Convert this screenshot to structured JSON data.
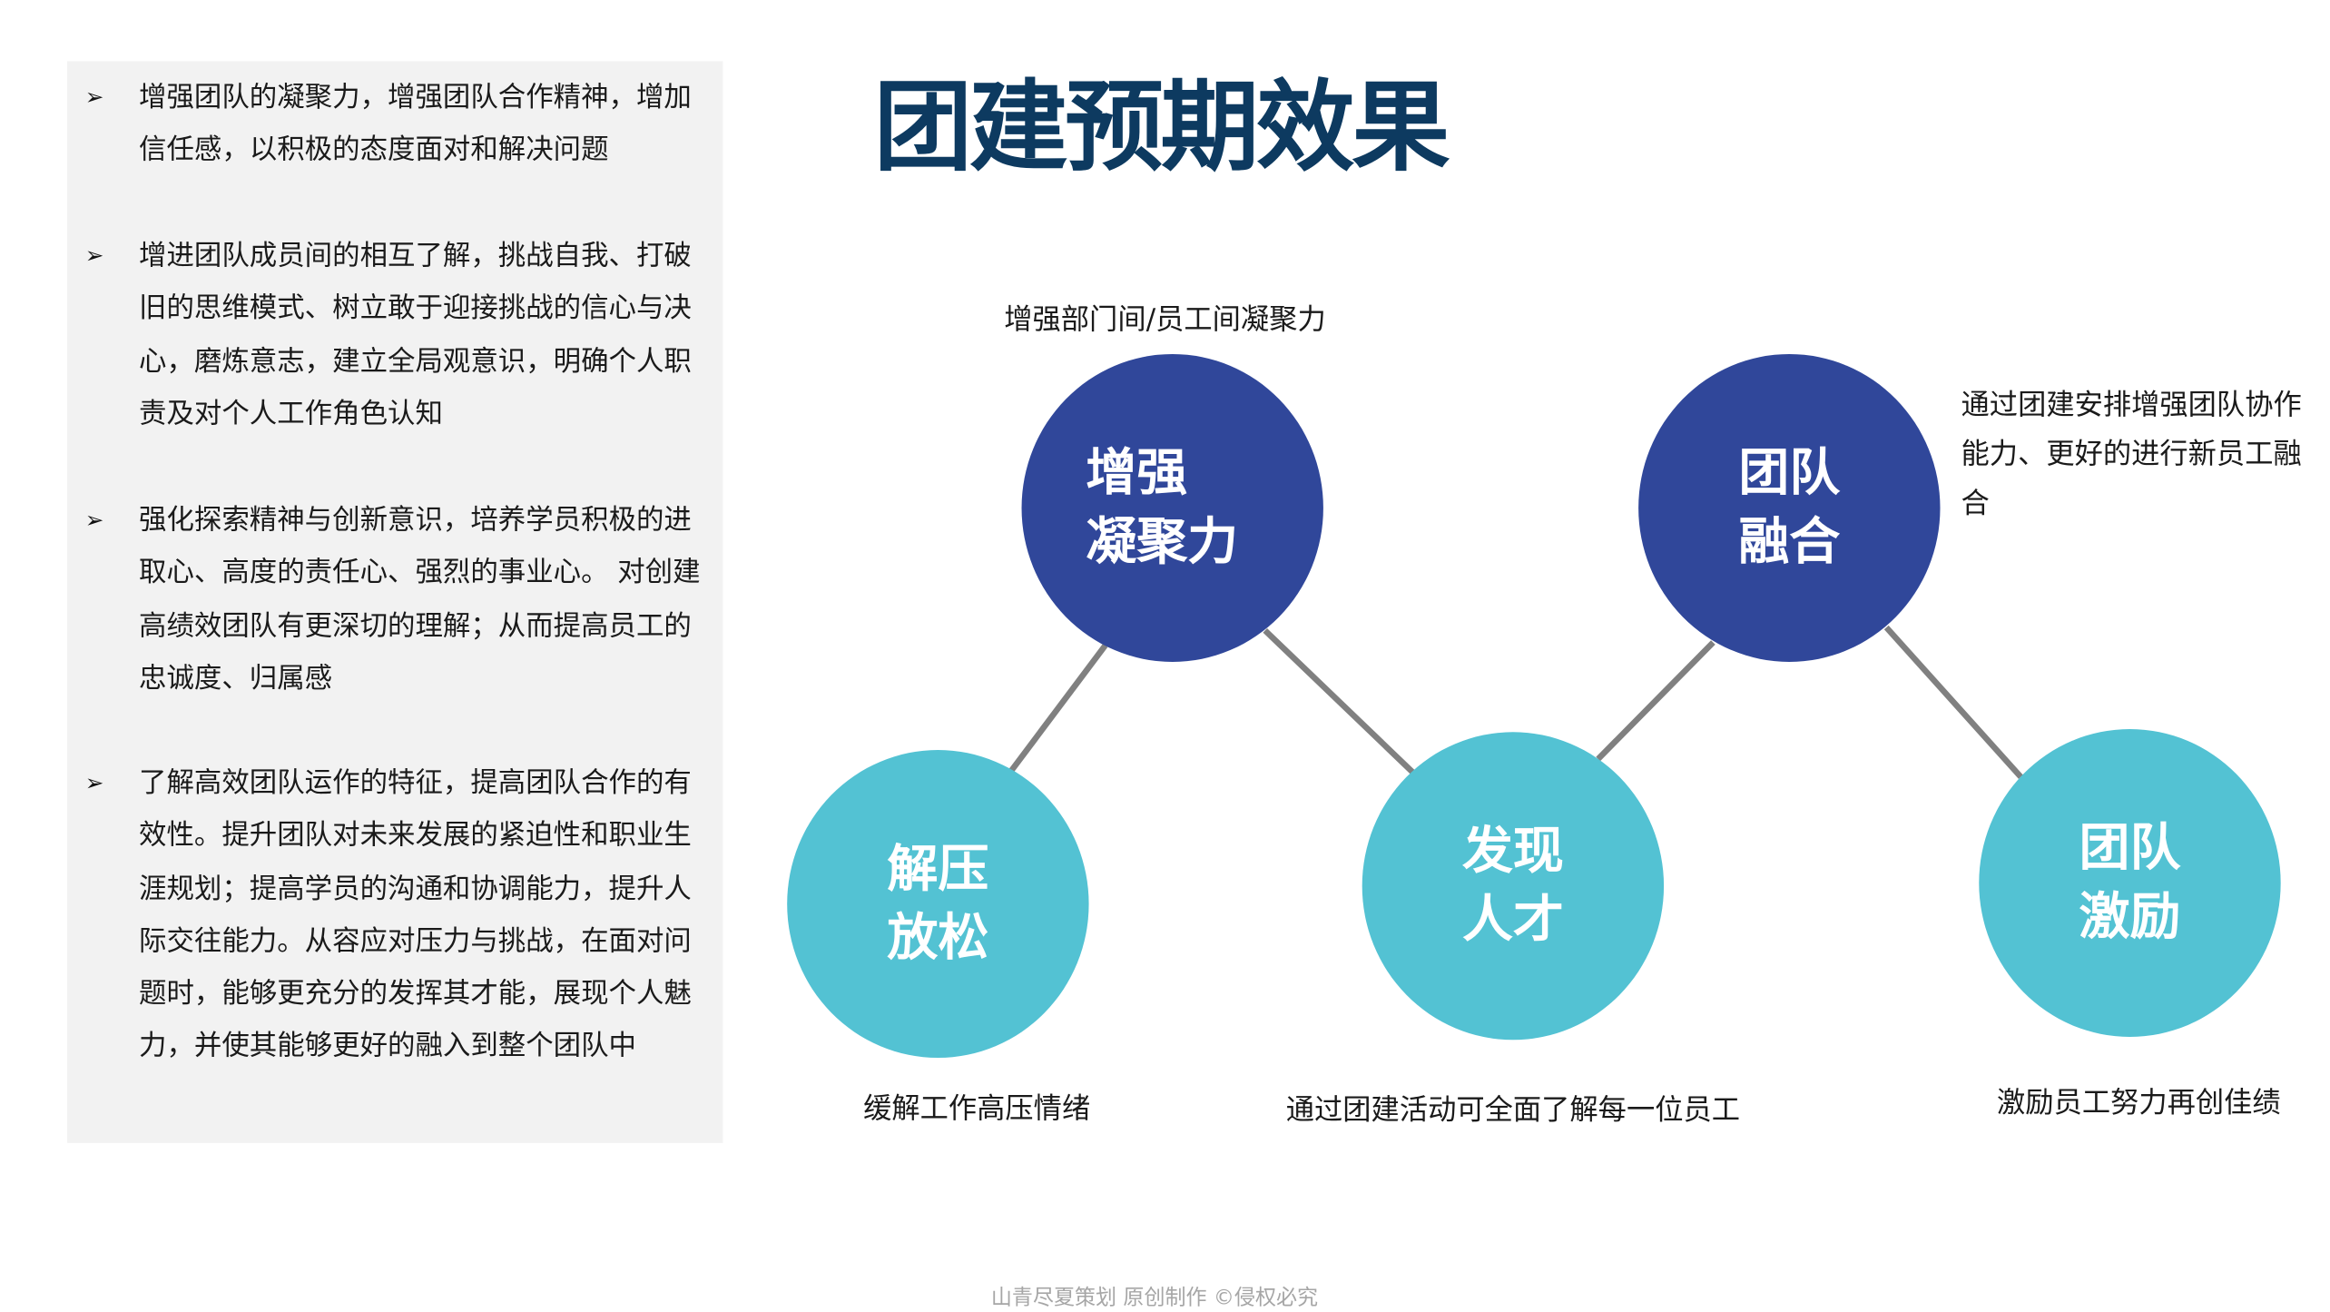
{
  "title": "团建预期效果",
  "bullets": [
    "增强团队的凝聚力，增强团队合作精神，增加信任感，以积极的态度面对和解决问题",
    "增进团队成员间的相互了解，挑战自我、打破旧的思维模式、树立敢于迎接挑战的信心与决心，磨炼意志，建立全局观意识，明确个人职责及对个人工作角色认知",
    "强化探索精神与创新意识，培养学员积极的进取心、高度的责任心、强烈的事业心。 对创建高绩效团队有更深切的理解；从而提高员工的忠诚度、归属感",
    "了解高效团队运作的特征，提高团队合作的有效性。提升团队对未来发展的紧迫性和职业生涯规划；提高学员的沟通和协调能力，提升人际交往能力。从容应对压力与挑战，在面对问题时，能够更充分的发挥其才能，展现个人魅力，并使其能够更好的融入到整个团队中"
  ],
  "bullet_icon": "arrowhead-bullet",
  "nodes": [
    {
      "line1": "增强",
      "line2": "凝聚力",
      "caption": "增强部门间/员工间凝聚力"
    },
    {
      "line1": "团队",
      "line2": "融合",
      "caption": "通过团建安排增强团队协作能力、更好的进行新员工融合"
    },
    {
      "line1": "解压",
      "line2": "放松",
      "caption": "缓解工作高压情绪"
    },
    {
      "line1": "发现",
      "line2": "人才",
      "caption": "通过团建活动可全面了解每一位员工"
    },
    {
      "line1": "团队",
      "line2": "激励",
      "caption": "激励员工努力再创佳绩"
    }
  ],
  "colors": {
    "title": "#0d3a60",
    "dark_circle": "#30479a",
    "teal_circle": "#53c2d3",
    "connector": "#808080",
    "panel": "#f2f2f2"
  },
  "footer": "山青尽夏策划 原创制作 ©侵权必究"
}
